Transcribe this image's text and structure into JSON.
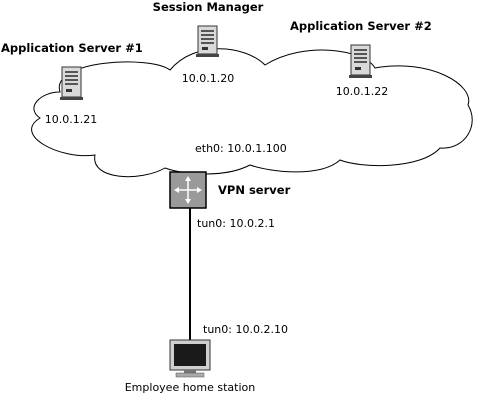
{
  "labels": {
    "session_manager": "Session Manager",
    "app_server_1": "Application Server #1",
    "app_server_2": "Application Server #2",
    "session_manager_ip": "10.0.1.20",
    "app_server_1_ip": "10.0.1.21",
    "app_server_2_ip": "10.0.1.22",
    "vpn_eth0": "eth0: 10.0.1.100",
    "vpn_server": "VPN server",
    "vpn_tun0": "tun0: 10.0.2.1",
    "home_tun0": "tun0: 10.0.2.10",
    "home_station": "Employee home station"
  },
  "icons": {
    "server": "server-tower-icon",
    "router": "router-icon",
    "workstation": "monitor-icon"
  },
  "colors": {
    "line": "#000000",
    "router_fill": "#9a9a9a",
    "server_fill": "#d9d9d9",
    "screen": "#1a1a1a"
  }
}
